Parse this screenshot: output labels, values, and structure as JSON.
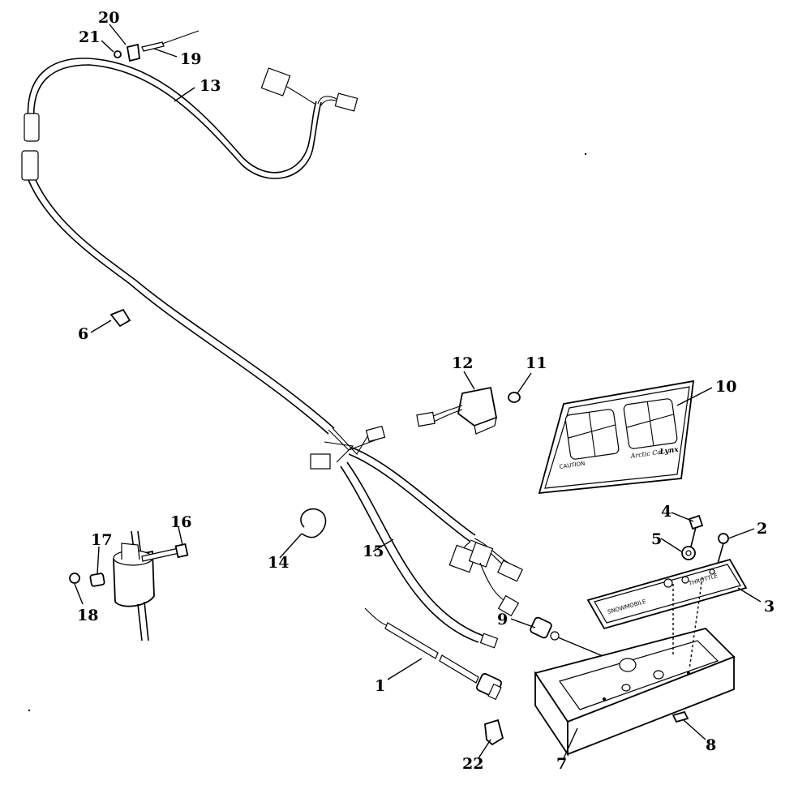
{
  "callouts": [
    {
      "id": "1",
      "label": "1"
    },
    {
      "id": "2",
      "label": "2"
    },
    {
      "id": "3",
      "label": "3"
    },
    {
      "id": "4",
      "label": "4"
    },
    {
      "id": "5",
      "label": "5"
    },
    {
      "id": "6",
      "label": "6"
    },
    {
      "id": "7",
      "label": "7"
    },
    {
      "id": "8",
      "label": "8"
    },
    {
      "id": "9",
      "label": "9"
    },
    {
      "id": "10",
      "label": "10"
    },
    {
      "id": "11",
      "label": "11"
    },
    {
      "id": "12",
      "label": "12"
    },
    {
      "id": "13",
      "label": "13"
    },
    {
      "id": "14",
      "label": "14"
    },
    {
      "id": "15",
      "label": "15"
    },
    {
      "id": "16",
      "label": "16"
    },
    {
      "id": "17",
      "label": "17"
    },
    {
      "id": "18",
      "label": "18"
    },
    {
      "id": "19",
      "label": "19"
    },
    {
      "id": "20",
      "label": "20"
    },
    {
      "id": "21",
      "label": "21"
    },
    {
      "id": "22",
      "label": "22"
    }
  ],
  "decal": {
    "brand": "Arctic Cat",
    "logo": "Lynx"
  }
}
